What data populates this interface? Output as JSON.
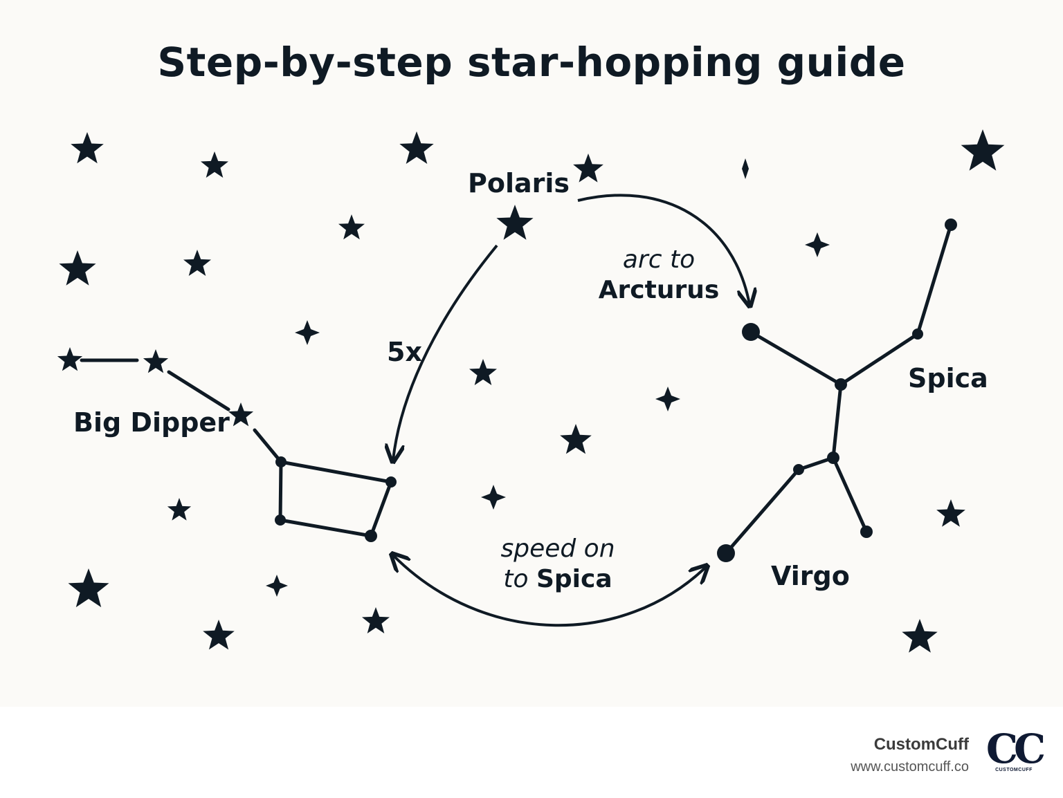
{
  "title": "Step-by-step star-hopping guide",
  "labels": {
    "polaris": "Polaris",
    "big_dipper": "Big Dipper",
    "spica": "Spica",
    "virgo": "Virgo",
    "multiplier": "5x"
  },
  "annotations": {
    "arc_to": "arc to",
    "arcturus": "Arcturus",
    "speed_on": "speed on",
    "to": "to",
    "spica": "Spica"
  },
  "footer": {
    "brand": "CustomCuff",
    "url": "www.customcuff.co",
    "logo_mark": "CC",
    "logo_text": "CUSTOMCUFF"
  },
  "colors": {
    "ink": "#0f1a24",
    "background": "#fbfaf7"
  },
  "icons": [
    "star-icon",
    "sparkle-star-icon",
    "arrow-icon"
  ]
}
